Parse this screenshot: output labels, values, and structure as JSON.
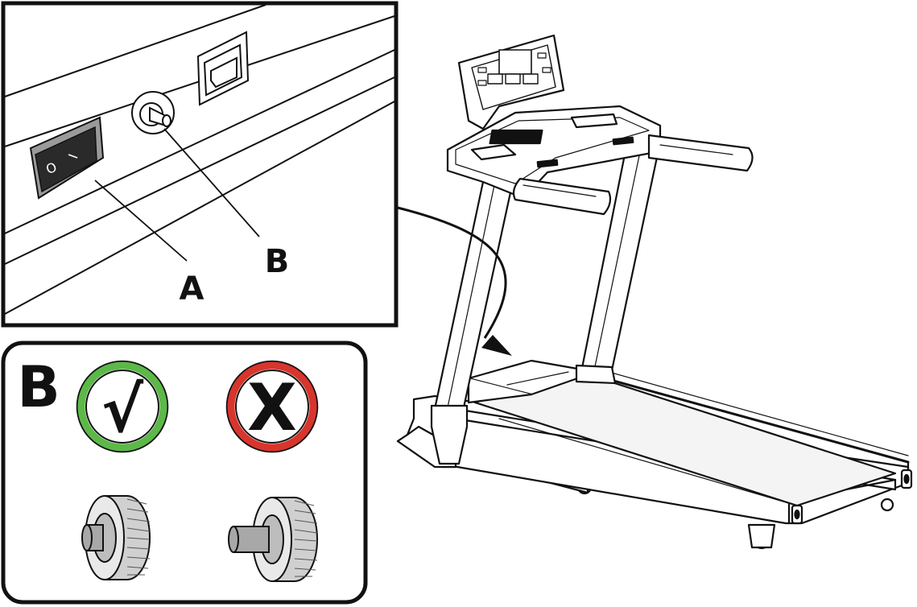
{
  "inset_top": {
    "labels": {
      "a": "A",
      "b": "B"
    },
    "switch_symbols": {
      "off": "O",
      "on": "I"
    }
  },
  "inset_bottom": {
    "title": "B",
    "correct_symbol": "√",
    "incorrect_symbol": "X",
    "correct_status": "correct",
    "incorrect_status": "incorrect"
  },
  "colors": {
    "line": "#111111",
    "correct_ring": "#5cb848",
    "incorrect_ring": "#d8352c",
    "knob_face": "#e9e9e9",
    "button": "#a8a8a8"
  },
  "icons": [
    "power-switch-icon",
    "reset-button-icon",
    "power-socket-icon",
    "treadmill-illustration",
    "checkmark-icon",
    "cross-icon",
    "knob-icon"
  ]
}
